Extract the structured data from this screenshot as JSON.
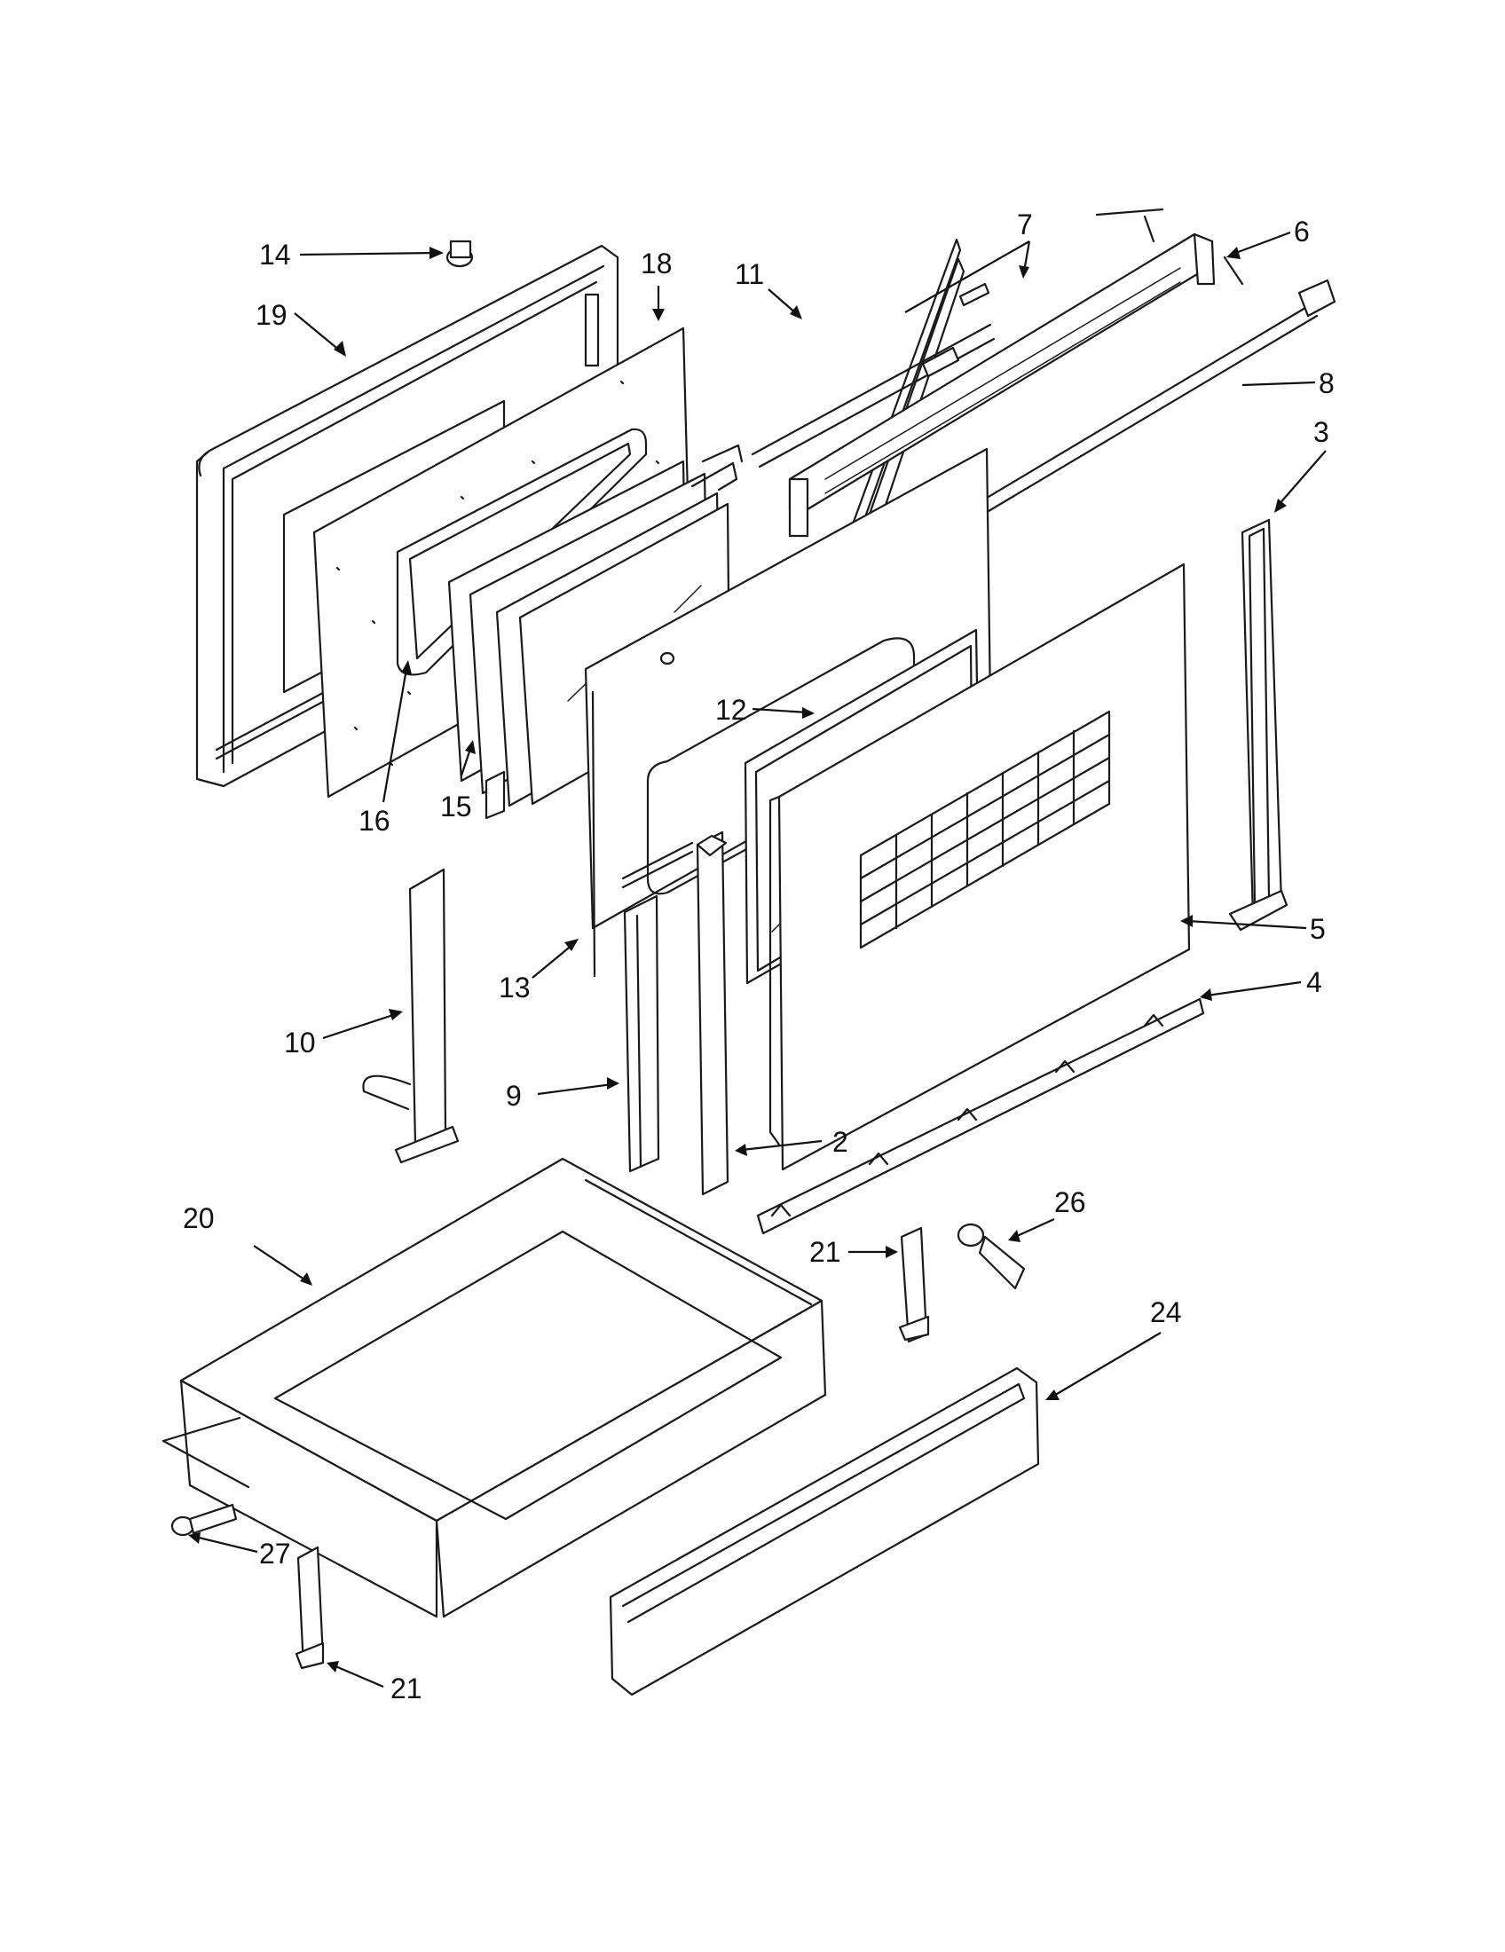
{
  "callouts": [
    {
      "id": "c14",
      "label": "14"
    },
    {
      "id": "c19",
      "label": "19"
    },
    {
      "id": "c18",
      "label": "18"
    },
    {
      "id": "c16",
      "label": "16"
    },
    {
      "id": "c15",
      "label": "15"
    },
    {
      "id": "c11",
      "label": "11"
    },
    {
      "id": "c7",
      "label": "7"
    },
    {
      "id": "c6",
      "label": "6"
    },
    {
      "id": "c8",
      "label": "8"
    },
    {
      "id": "c3",
      "label": "3"
    },
    {
      "id": "c12",
      "label": "12"
    },
    {
      "id": "c13",
      "label": "13"
    },
    {
      "id": "c5",
      "label": "5"
    },
    {
      "id": "c4",
      "label": "4"
    },
    {
      "id": "c10",
      "label": "10"
    },
    {
      "id": "c9",
      "label": "9"
    },
    {
      "id": "c2",
      "label": "2"
    },
    {
      "id": "c20",
      "label": "20"
    },
    {
      "id": "c26",
      "label": "26"
    },
    {
      "id": "c21a",
      "label": "21"
    },
    {
      "id": "c24",
      "label": "24"
    },
    {
      "id": "c27",
      "label": "27"
    },
    {
      "id": "c21b",
      "label": "21"
    }
  ]
}
